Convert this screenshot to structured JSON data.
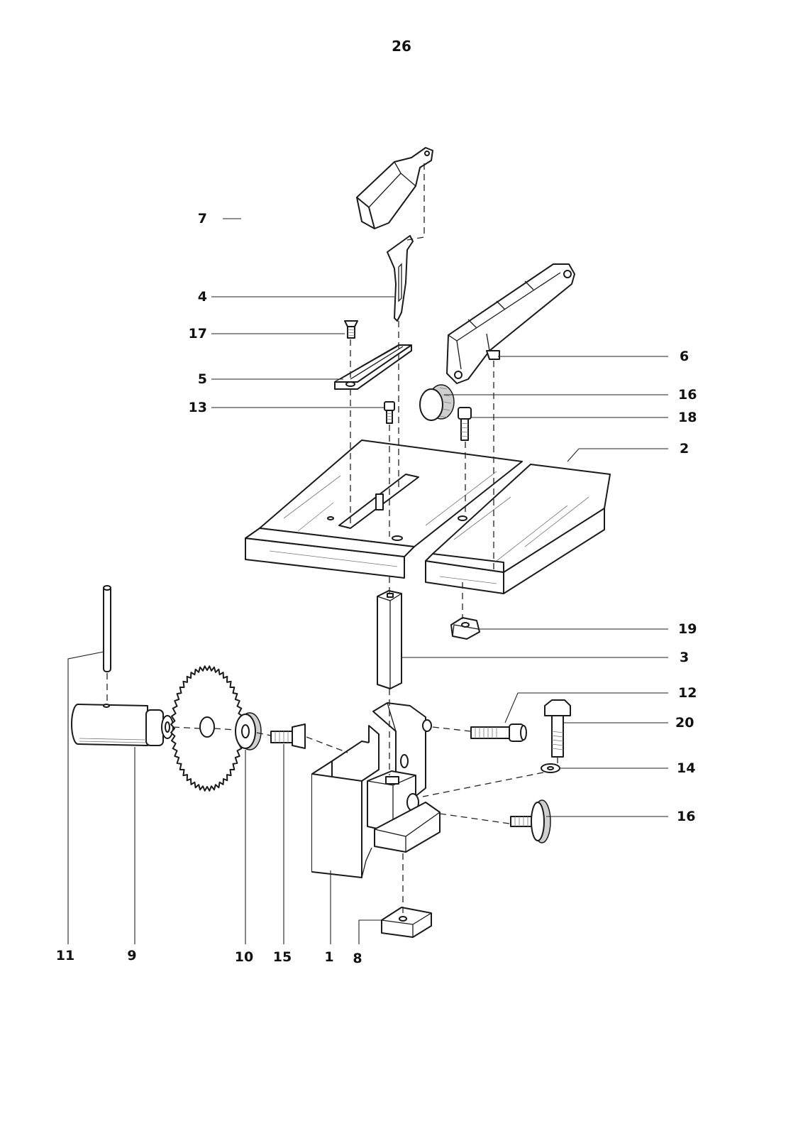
{
  "page": {
    "number": "26"
  },
  "parts": [
    {
      "id": "p7",
      "label": "7"
    },
    {
      "id": "p4",
      "label": "4"
    },
    {
      "id": "p17",
      "label": "17"
    },
    {
      "id": "p5",
      "label": "5"
    },
    {
      "id": "p13",
      "label": "13"
    },
    {
      "id": "p6",
      "label": "6"
    },
    {
      "id": "p16a",
      "label": "16"
    },
    {
      "id": "p18",
      "label": "18"
    },
    {
      "id": "p2",
      "label": "2"
    },
    {
      "id": "p19",
      "label": "19"
    },
    {
      "id": "p3",
      "label": "3"
    },
    {
      "id": "p12",
      "label": "12"
    },
    {
      "id": "p20",
      "label": "20"
    },
    {
      "id": "p14",
      "label": "14"
    },
    {
      "id": "p16b",
      "label": "16"
    },
    {
      "id": "p11",
      "label": "11"
    },
    {
      "id": "p9",
      "label": "9"
    },
    {
      "id": "p10",
      "label": "10"
    },
    {
      "id": "p15",
      "label": "15"
    },
    {
      "id": "p1",
      "label": "1"
    },
    {
      "id": "p8",
      "label": "8"
    }
  ]
}
